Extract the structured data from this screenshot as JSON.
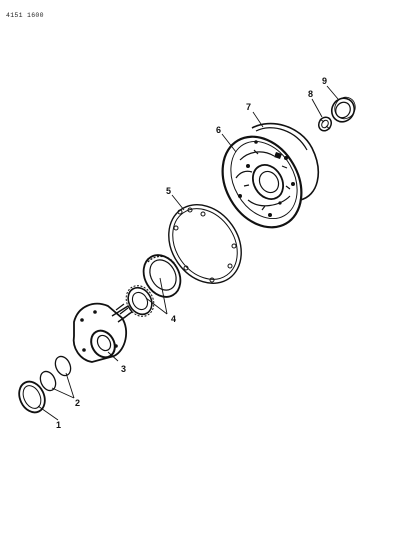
{
  "doc_code": "4151 1600",
  "callouts": [
    "1",
    "2",
    "3",
    "4",
    "5",
    "6",
    "7",
    "8",
    "9"
  ]
}
